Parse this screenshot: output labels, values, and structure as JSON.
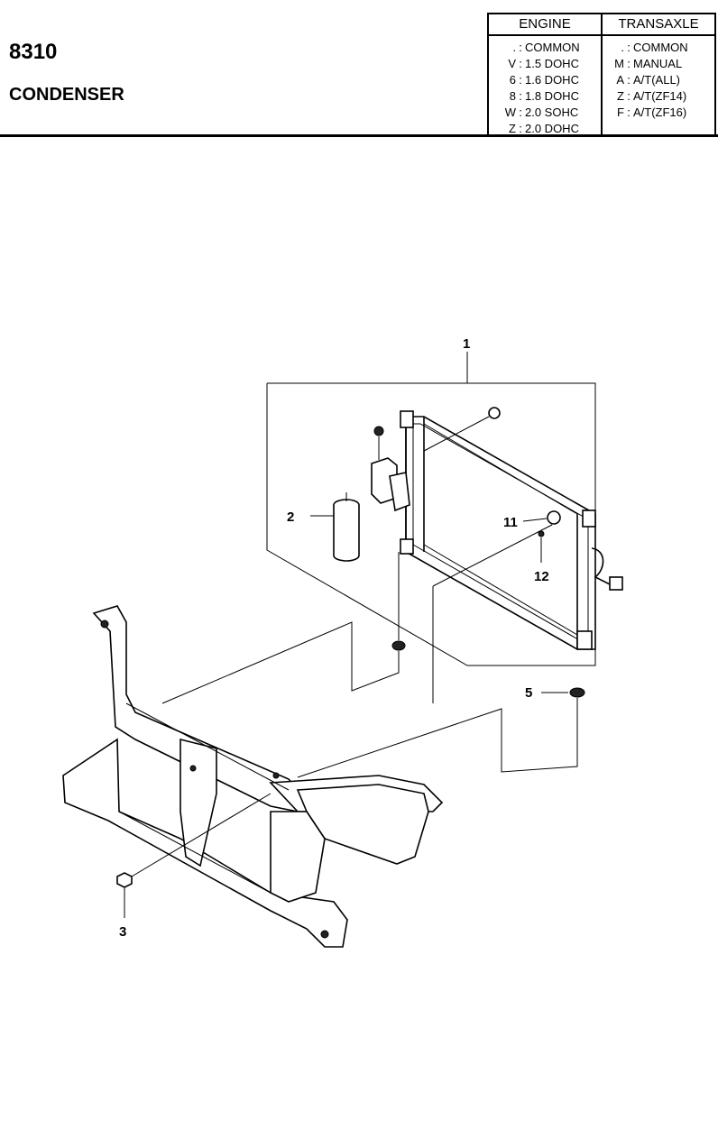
{
  "header": {
    "code": "8310",
    "title": "CONDENSER"
  },
  "engine_table": {
    "heading": "ENGINE",
    "rows": [
      {
        "code": ".",
        "value": "COMMON"
      },
      {
        "code": "V",
        "value": "1.5 DOHC"
      },
      {
        "code": "6",
        "value": "1.6 DOHC"
      },
      {
        "code": "8",
        "value": "1.8 DOHC"
      },
      {
        "code": "W",
        "value": "2.0 SOHC"
      },
      {
        "code": "Z",
        "value": "2.0 DOHC"
      }
    ]
  },
  "transaxle_table": {
    "heading": "TRANSAXLE",
    "rows": [
      {
        "code": ".",
        "value": "COMMON"
      },
      {
        "code": "M",
        "value": "MANUAL"
      },
      {
        "code": "A",
        "value": "A/T(ALL)"
      },
      {
        "code": "Z",
        "value": "A/T(ZF14)"
      },
      {
        "code": "F",
        "value": "A/T(ZF16)"
      }
    ]
  },
  "callouts": {
    "c1": "1",
    "c2": "2",
    "c3": "3",
    "c5": "5",
    "c11": "11",
    "c12": "12"
  }
}
